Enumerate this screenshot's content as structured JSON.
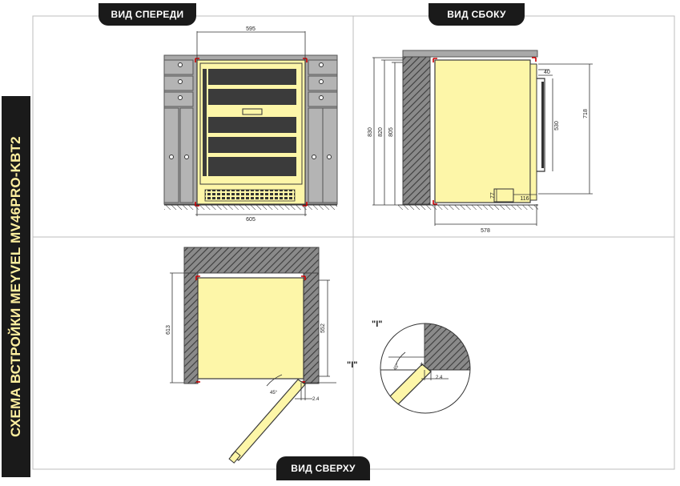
{
  "sidebar_title": "СХЕМА ВСТРОЙКИ MEYVEL MV46PRO-KBT2",
  "views": {
    "front": "ВИД СПЕРЕДИ",
    "side": "ВИД СБОКУ",
    "top": "ВИД СВЕРХУ"
  },
  "front_dims": {
    "top_width": "595",
    "bottom_width": "605"
  },
  "side_dims": {
    "h1": "830",
    "h2": "820",
    "h3": "805",
    "depth": "578",
    "door_offset": "40",
    "handle": "530",
    "height_right": "718",
    "foot": "77",
    "base": "116"
  },
  "top_dims": {
    "depth": "613",
    "inner": "552",
    "gap": "2.4",
    "angle": "45°",
    "marker": "\"I\""
  },
  "detail": {
    "marker": "\"I\"",
    "angle": "45°",
    "gap": "2.4"
  },
  "colors": {
    "unit": "#fdf6a8",
    "outline": "#3a3a3a",
    "accent": "#cc0000",
    "panel": "#a9a9a9",
    "hatch": "#555555"
  }
}
